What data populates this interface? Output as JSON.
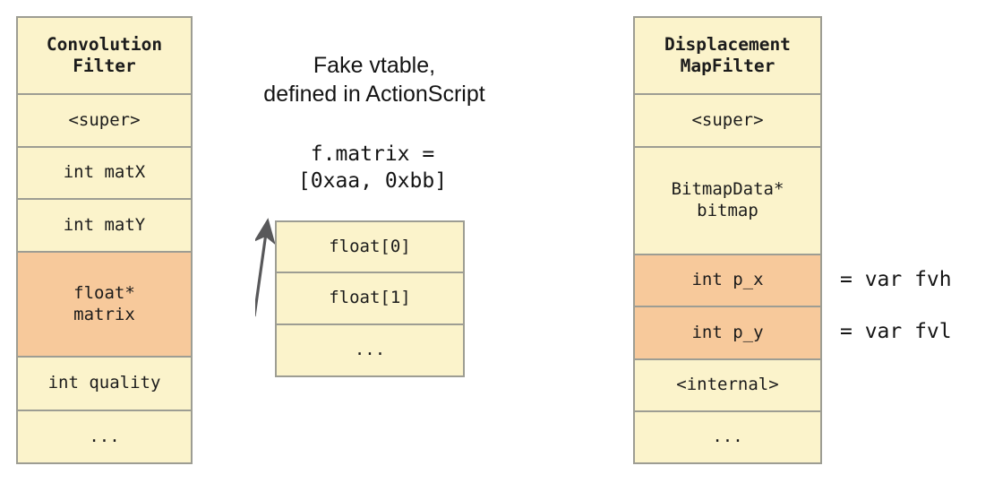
{
  "colors": {
    "cell_fill": "#fbf3cb",
    "cell_highlight": "#f7c99b",
    "border": "#9d9d93",
    "text": "#141414",
    "arrow": "#58585a",
    "background": "#ffffff"
  },
  "tables": {
    "convolution": {
      "title": "Convolution\nFilter",
      "rows": [
        {
          "label": "Convolution\nFilter",
          "highlight": false,
          "header": true
        },
        {
          "label": "<super>",
          "highlight": false,
          "header": false
        },
        {
          "label": "int matX",
          "highlight": false,
          "header": false
        },
        {
          "label": "int matY",
          "highlight": false,
          "header": false
        },
        {
          "label": "float*\nmatrix",
          "highlight": true,
          "header": false
        },
        {
          "label": "int quality",
          "highlight": false,
          "header": false
        },
        {
          "label": "...",
          "highlight": false,
          "header": false
        }
      ]
    },
    "float_array": {
      "rows": [
        {
          "label": "float[0]",
          "highlight": false
        },
        {
          "label": "float[1]",
          "highlight": false
        },
        {
          "label": "...",
          "highlight": false
        }
      ]
    },
    "displacement": {
      "title": "Displacement\nMapFilter",
      "rows": [
        {
          "label": "Displacement\nMapFilter",
          "highlight": false,
          "header": true
        },
        {
          "label": "<super>",
          "highlight": false,
          "header": false
        },
        {
          "label": "BitmapData*\nbitmap",
          "highlight": false,
          "header": false
        },
        {
          "label": "int p_x",
          "highlight": true,
          "header": false
        },
        {
          "label": "int p_y",
          "highlight": true,
          "header": false
        },
        {
          "label": "<internal>",
          "highlight": false,
          "header": false
        },
        {
          "label": "...",
          "highlight": false,
          "header": false
        }
      ]
    }
  },
  "captions": {
    "fake_vtable": "Fake vtable,\ndefined in ActionScript",
    "f_matrix_assignment": "f.matrix =\n[0xaa, 0xbb]"
  },
  "annotations": {
    "p_x_equals": "= var fvh",
    "p_y_equals": "= var fvl"
  }
}
